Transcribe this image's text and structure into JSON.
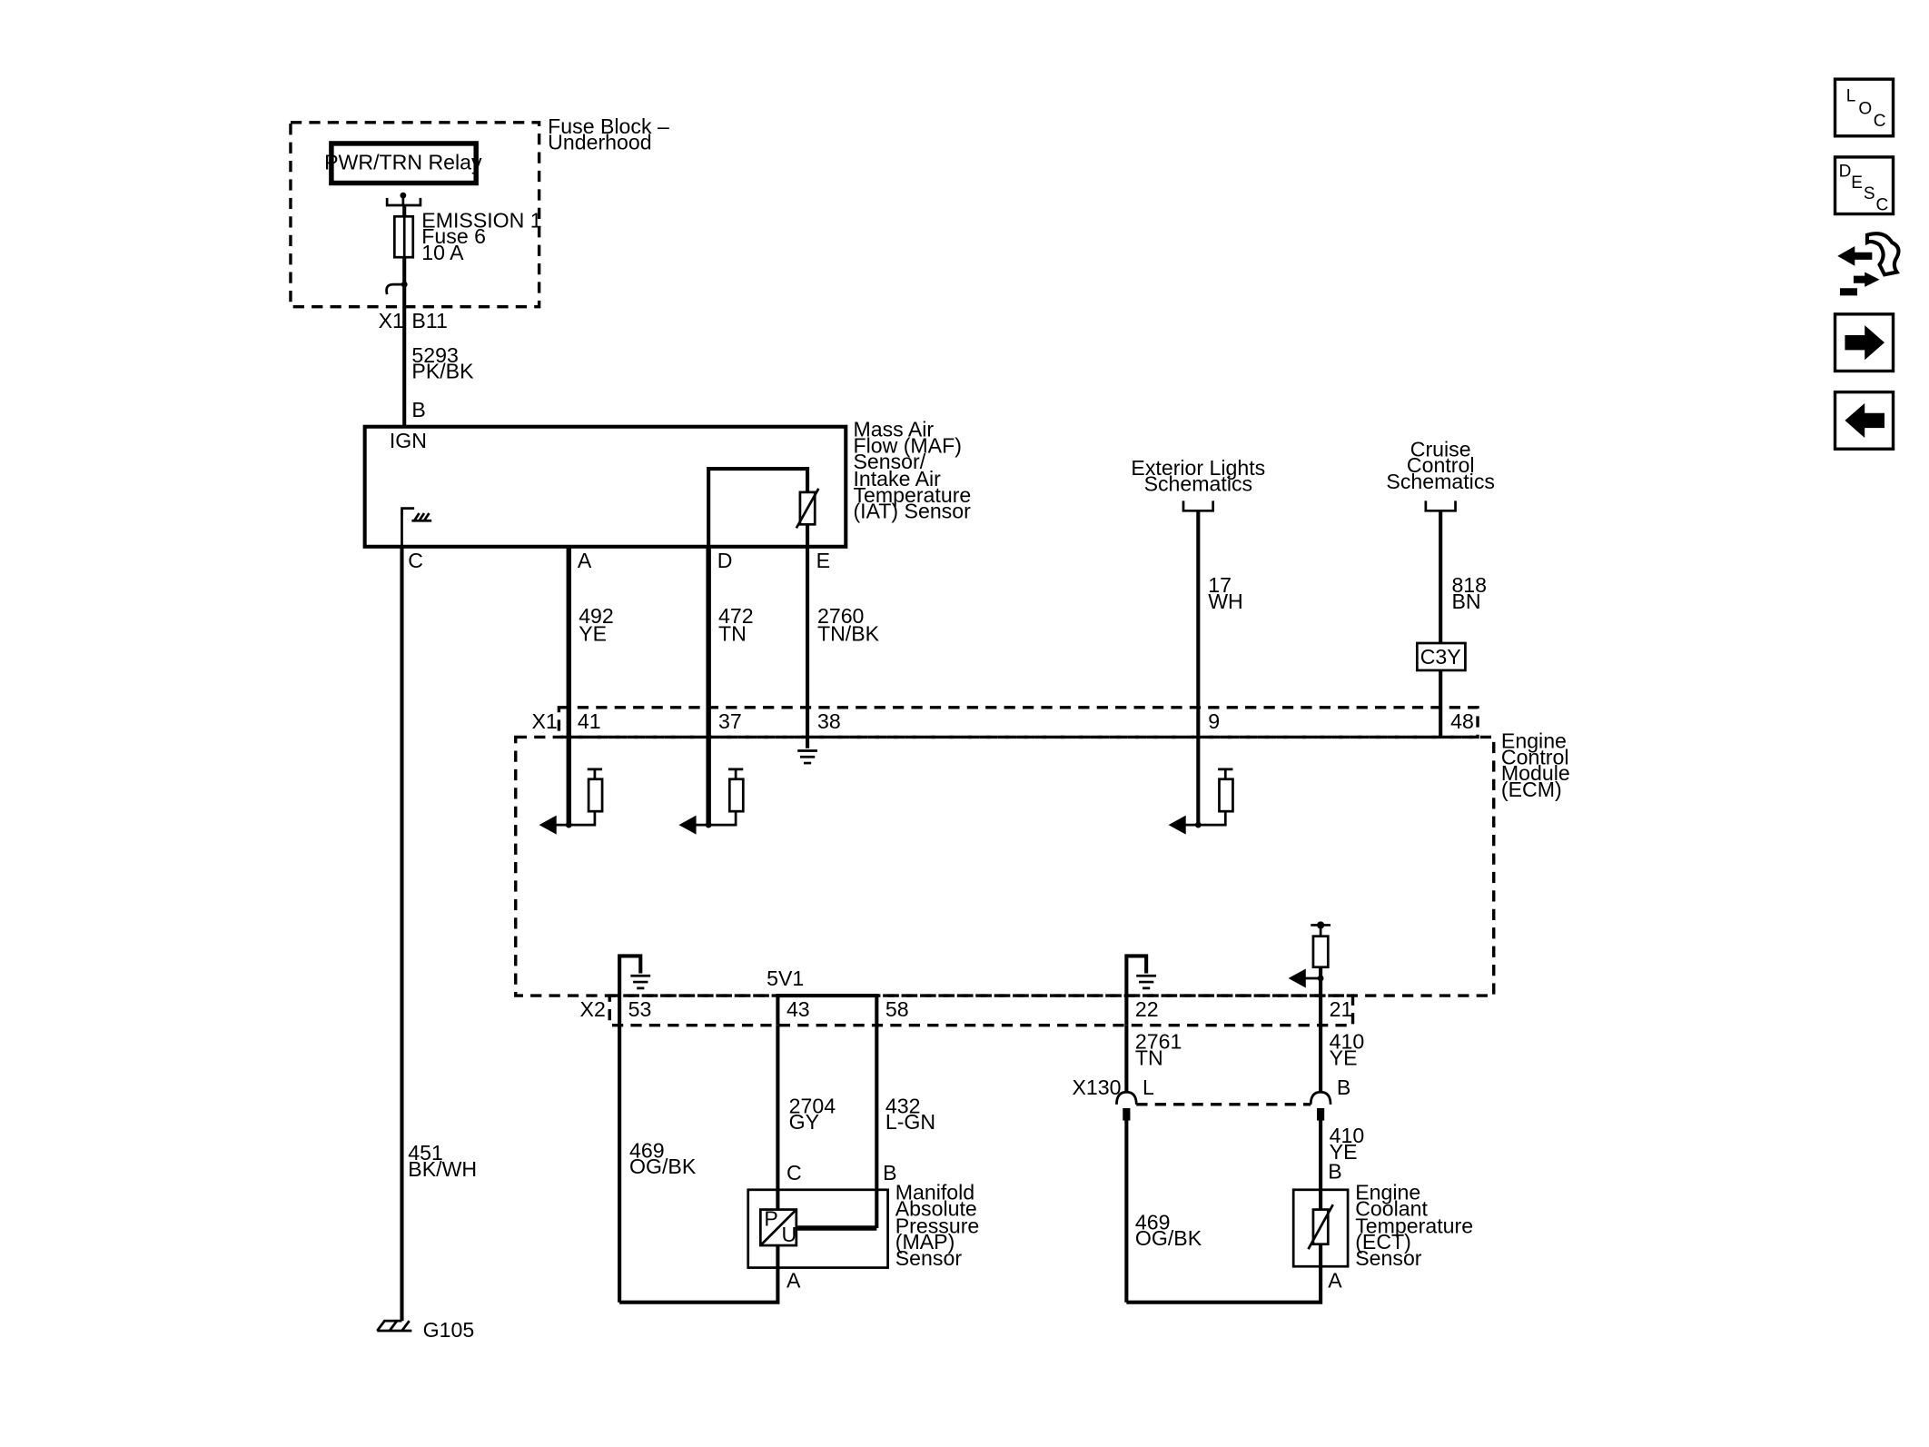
{
  "fuse_block": {
    "title_l1": "Fuse Block –",
    "title_l2": "Underhood",
    "relay": "PWR/TRN Relay",
    "fuse_l1": "EMISSION 1",
    "fuse_l2": "Fuse 6",
    "fuse_l3": "10 A"
  },
  "connectors": {
    "x1": "X1",
    "x2": "X2",
    "x130": "X130",
    "b11": "B11",
    "c3y": "C3Y"
  },
  "wires": {
    "w5293": {
      "circuit": "5293",
      "color": "PK/BK"
    },
    "w492": {
      "circuit": "492",
      "color": "YE"
    },
    "w472": {
      "circuit": "472",
      "color": "TN"
    },
    "w2760": {
      "circuit": "2760",
      "color": "TN/BK"
    },
    "w451": {
      "circuit": "451",
      "color": "BK/WH"
    },
    "w17": {
      "circuit": "17",
      "color": "WH"
    },
    "w818": {
      "circuit": "818",
      "color": "BN"
    },
    "w2704": {
      "circuit": "2704",
      "color": "GY"
    },
    "w432": {
      "circuit": "432",
      "color": "L-GN"
    },
    "w469a": {
      "circuit": "469",
      "color": "OG/BK"
    },
    "w2761": {
      "circuit": "2761",
      "color": "TN"
    },
    "w410a": {
      "circuit": "410",
      "color": "YE"
    },
    "w410b": {
      "circuit": "410",
      "color": "YE"
    },
    "w469b": {
      "circuit": "469",
      "color": "OG/BK"
    }
  },
  "maf": {
    "label_l1": "Mass Air",
    "label_l2": "Flow (MAF)",
    "label_l3": "Sensor/",
    "label_l4": "Intake Air",
    "label_l5": "Temperature",
    "label_l6": "(IAT) Sensor",
    "ign": "IGN",
    "pin_b": "B",
    "pin_c": "C",
    "pin_a": "A",
    "pin_d": "D",
    "pin_e": "E"
  },
  "refs": {
    "ext_l1": "Exterior Lights",
    "ext_l2": "Schematics",
    "cruise_l1": "Cruise",
    "cruise_l2": "Control",
    "cruise_l3": "Schematics"
  },
  "ecm": {
    "label_l1": "Engine",
    "label_l2": "Control",
    "label_l3": "Module",
    "label_l4": "(ECM)",
    "p41": "41",
    "p37": "37",
    "p38": "38",
    "p9": "9",
    "p48": "48",
    "p53": "53",
    "p43": "43",
    "p58": "58",
    "p22": "22",
    "p21": "21",
    "vref": "5V1"
  },
  "map_sensor": {
    "label_l1": "Manifold",
    "label_l2": "Absolute",
    "label_l3": "Pressure",
    "label_l4": "(MAP)",
    "label_l5": "Sensor",
    "pin_c": "C",
    "pin_b": "B",
    "pin_a": "A",
    "p": "P",
    "u": "U"
  },
  "ect_sensor": {
    "label_l1": "Engine",
    "label_l2": "Coolant",
    "label_l3": "Temperature",
    "label_l4": "(ECT)",
    "label_l5": "Sensor",
    "pin_b": "B",
    "pin_a": "A"
  },
  "inline": {
    "pin_l": "L",
    "pin_b": "B"
  },
  "ground": {
    "g105": "G105"
  },
  "nav": {
    "loc_l": "L",
    "loc_o": "O",
    "loc_c": "C",
    "desc_d": "D",
    "desc_e": "E",
    "desc_s": "S",
    "desc_c": "C",
    "connector_icon": "connector-end-view-icon",
    "next_icon": "arrow-right-icon",
    "prev_icon": "arrow-left-icon"
  }
}
